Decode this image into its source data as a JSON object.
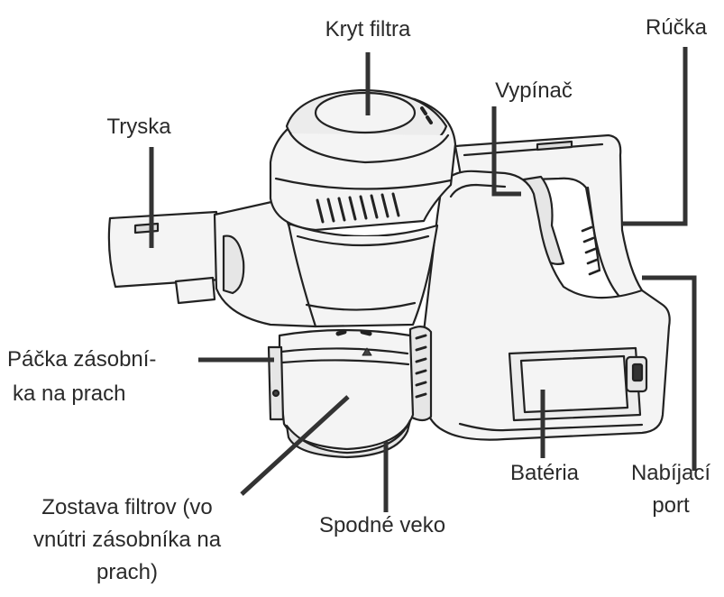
{
  "labels": {
    "kryt_filtra": "Kryt filtra",
    "rucka": "Rúčka",
    "vypinac": "Vypínač",
    "tryska": "Tryska",
    "packa_line1": "Páčka zásobní-",
    "packa_line2": "ka na prach",
    "bateria": "Batéria",
    "nabijaci_line1": "Nabíjací",
    "nabijaci_line2": "port",
    "zostava_line1": "Zostava filtrov (vo",
    "zostava_line2": "vnútri zásobníka na",
    "zostava_line3": "prach)",
    "spodne_veko": "Spodné veko"
  },
  "colors": {
    "outline": "#222222",
    "leader": "#333333",
    "fill_light": "#f4f4f4",
    "fill_mid": "#e6e6e6",
    "text": "#2a2a2a"
  }
}
